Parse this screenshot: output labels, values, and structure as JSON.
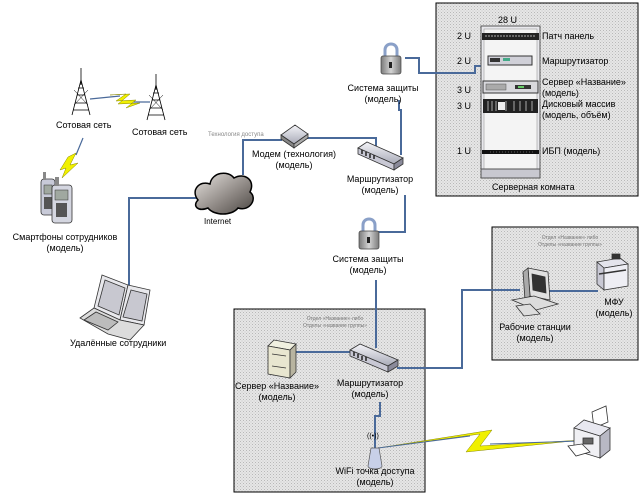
{
  "diagram": {
    "type": "network-topology",
    "colors": {
      "link": "#4a6a9a",
      "wireless": "#f0f000",
      "zone_fill": "#dcdcdc",
      "zone_border": "#000000"
    }
  },
  "server_room": {
    "title": "Серверная комната",
    "rack_size": "28 U",
    "units": [
      {
        "size": "2 U",
        "label": "Патч панель"
      },
      {
        "size": "2 U",
        "label": "Маршрутизатор"
      },
      {
        "size": "3 U",
        "label": "Сервер «Название»",
        "sub": "(модель)"
      },
      {
        "size": "3 U",
        "label": "Дисковый массив",
        "sub": "(модель, объём)"
      },
      {
        "size": "1 U",
        "label": "ИБП (модель)"
      }
    ]
  },
  "nodes": {
    "tower1": {
      "label": "Сотовая сеть"
    },
    "tower2": {
      "label": "Сотовая сеть"
    },
    "smartphones": {
      "label": "Смартфоны сотрудников",
      "sub": "(модель)"
    },
    "internet": {
      "label": "Internet"
    },
    "remote": {
      "label": "Удалённые сотрудники"
    },
    "access_tech": {
      "label": "Технология доступа"
    },
    "modem": {
      "label": "Модем (технология)",
      "sub": "(модель)"
    },
    "router_mid": {
      "label": "Маршрутизатор",
      "sub": "(модель)"
    },
    "firewall_top": {
      "label": "Система защиты",
      "sub": "(модель)"
    },
    "firewall_mid": {
      "label": "Система защиты",
      "sub": "(модель)"
    },
    "dept_server": {
      "label": "Сервер «Название»",
      "sub": "(модель)"
    },
    "dept_router": {
      "label": "Маршрутизатор",
      "sub": "(модель)"
    },
    "wifi": {
      "label": "WiFi точка доступа",
      "sub": "(модель)",
      "signal": "((•))"
    },
    "workstations": {
      "label": "Рабочие станции",
      "sub": "(модель)"
    },
    "mfp": {
      "label": "МФУ",
      "sub": "(модель)"
    }
  },
  "zones": {
    "dept_main": {
      "line1": "Отдел «Название» либо",
      "line2": "Отделы «название группы»"
    },
    "dept_right": {
      "line1": "Отдел «Название» либо",
      "line2": "Отделы «название группы»"
    }
  }
}
